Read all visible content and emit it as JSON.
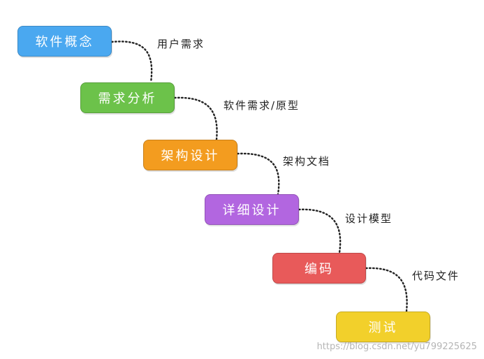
{
  "colors": {
    "concept": "#4aa8f0",
    "requirements": "#6cc24a",
    "architecture": "#f39c1f",
    "detailed_design": "#b266e0",
    "coding": "#e85a5a",
    "testing": "#f2d02b"
  },
  "stages": {
    "concept": "软件概念",
    "requirements": "需求分析",
    "architecture": "架构设计",
    "detailed_design": "详细设计",
    "coding": "编码",
    "testing": "测试"
  },
  "artifacts": {
    "user_requirements": "用户需求",
    "software_requirements": "软件需求/原型",
    "architecture_doc": "架构文档",
    "design_model": "设计模型",
    "code_files": "代码文件"
  },
  "watermark": "https://blog.csdn.net/yu799225625"
}
